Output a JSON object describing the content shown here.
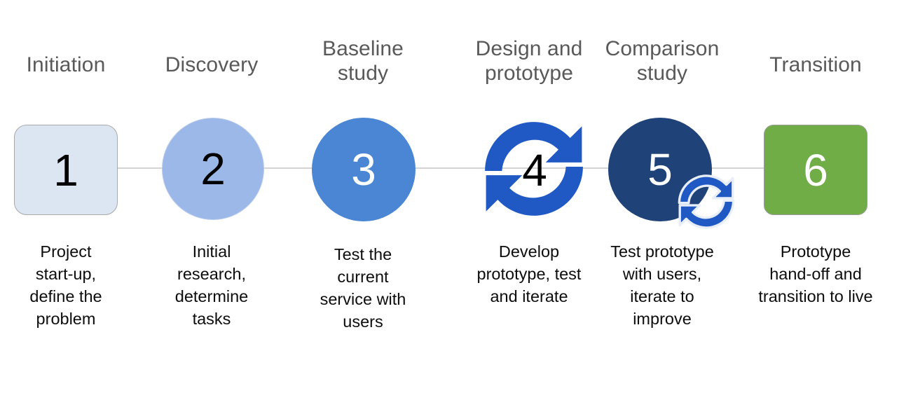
{
  "diagram": {
    "type": "process-timeline",
    "orientation": "horizontal",
    "connector_color": "#d4d4d4",
    "background": "#ffffff",
    "header_color": "#595959",
    "caption_color": "#0d0d0d",
    "steps": [
      {
        "number": "1",
        "header": "Initiation",
        "caption": "Project\nstart-up,\ndefine the\nproblem",
        "shape": "rounded-square",
        "fill": "#dce6f2",
        "border": "#a9a9a9",
        "number_color": "#000000",
        "icon": null
      },
      {
        "number": "2",
        "header": "Discovery",
        "caption": "Initial\nresearch,\ndetermine\ntasks",
        "shape": "circle",
        "fill": "#9cb8e8",
        "border": "#b9cbeb",
        "number_color": "#000000",
        "icon": null
      },
      {
        "number": "3",
        "header": "Baseline\nstudy",
        "caption": "Test the\ncurrent\nservice with\nusers",
        "shape": "circle",
        "fill": "#4a86d4",
        "border": "none",
        "number_color": "#ffffff",
        "icon": null
      },
      {
        "number": "4",
        "header": "Design and\nprototype",
        "caption": "Develop\nprototype, test\nand iterate",
        "shape": "cycle-arrows",
        "fill": "#2159c4",
        "border": "none",
        "number_color": "#000000",
        "icon": "cycle-arrows-icon"
      },
      {
        "number": "5",
        "header": "Comparison\nstudy",
        "caption": "Test prototype\nwith users,\niterate to\nimprove",
        "shape": "circle",
        "fill": "#1f4379",
        "border": "none",
        "number_color": "#ffffff",
        "icon": "cycle-arrows-icon"
      },
      {
        "number": "6",
        "header": "Transition",
        "caption": "Prototype\nhand-off and\ntransition to live",
        "shape": "rounded-square",
        "fill": "#70ad47",
        "border": "#9b9b9b",
        "number_color": "#ffffff",
        "icon": null
      }
    ]
  }
}
